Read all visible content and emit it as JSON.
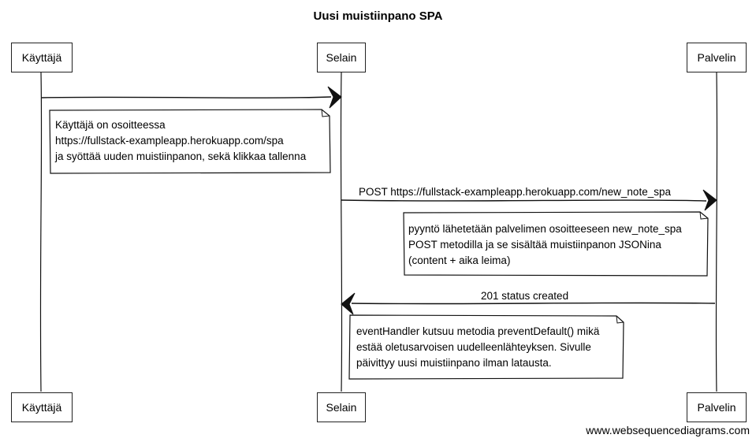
{
  "title": "Uusi muistiinpano SPA",
  "participants": [
    "Käyttäjä",
    "Selain",
    "Palvelin"
  ],
  "messages": [
    {
      "from": "Käyttäjä",
      "to": "Selain",
      "label": ""
    },
    {
      "from": "Selain",
      "to": "Palvelin",
      "label": "POST https://fullstack-exampleapp.herokuapp.com/new_note_spa"
    },
    {
      "from": "Palvelin",
      "to": "Selain",
      "label": "201 status created"
    }
  ],
  "notes": [
    {
      "lines": [
        "Käyttäjä on osoitteessa",
        "https://fullstack-exampleapp.herokuapp.com/spa",
        "ja syöttää uuden muistiinpanon, sekä klikkaa tallenna"
      ]
    },
    {
      "lines": [
        "pyyntö lähetetään palvelimen osoitteeseen new_note_spa",
        "POST metodilla ja se sisältää muistiinpanon JSONina",
        "(content + aika leima)"
      ]
    },
    {
      "lines": [
        "eventHandler kutsuu metodia preventDefault() mikä",
        "estää oletusarvoisen uudelleenlähteyksen. Sivulle",
        "päivittyy uusi muistiinpano ilman latausta."
      ]
    }
  ],
  "footer": "www.websequencediagrams.com"
}
